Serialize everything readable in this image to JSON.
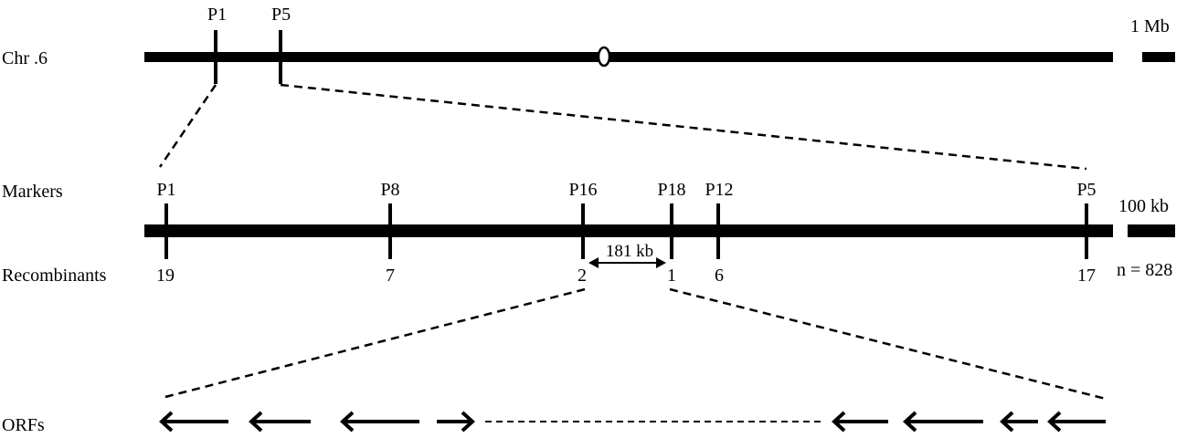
{
  "colors": {
    "ink": "#000000",
    "background": "#ffffff",
    "centromere_fill": "#ffffff"
  },
  "chromosome": {
    "label": "Chr .6",
    "markers": [
      "P1",
      "P5"
    ],
    "scale_label": "1 Mb"
  },
  "fine_map": {
    "row_label": "Markers",
    "markers": [
      "P1",
      "P8",
      "P16",
      "P18",
      "P12",
      "P5"
    ],
    "scale_label": "100 kb",
    "recombinants_label": "Recombinants",
    "recombinants": [
      "19",
      "7",
      "2",
      "1",
      "6",
      "17"
    ],
    "sample_size": "n = 828",
    "interval_label": "181 kb"
  },
  "orfs": {
    "label": "ORFs",
    "arrows": [
      {
        "icon": "left-arrow-icon"
      },
      {
        "icon": "left-arrow-icon"
      },
      {
        "icon": "left-arrow-icon"
      },
      {
        "icon": "right-arrow-icon"
      },
      {
        "icon": "left-arrow-icon"
      },
      {
        "icon": "left-arrow-icon"
      },
      {
        "icon": "left-arrow-icon"
      },
      {
        "icon": "left-arrow-icon"
      }
    ]
  }
}
